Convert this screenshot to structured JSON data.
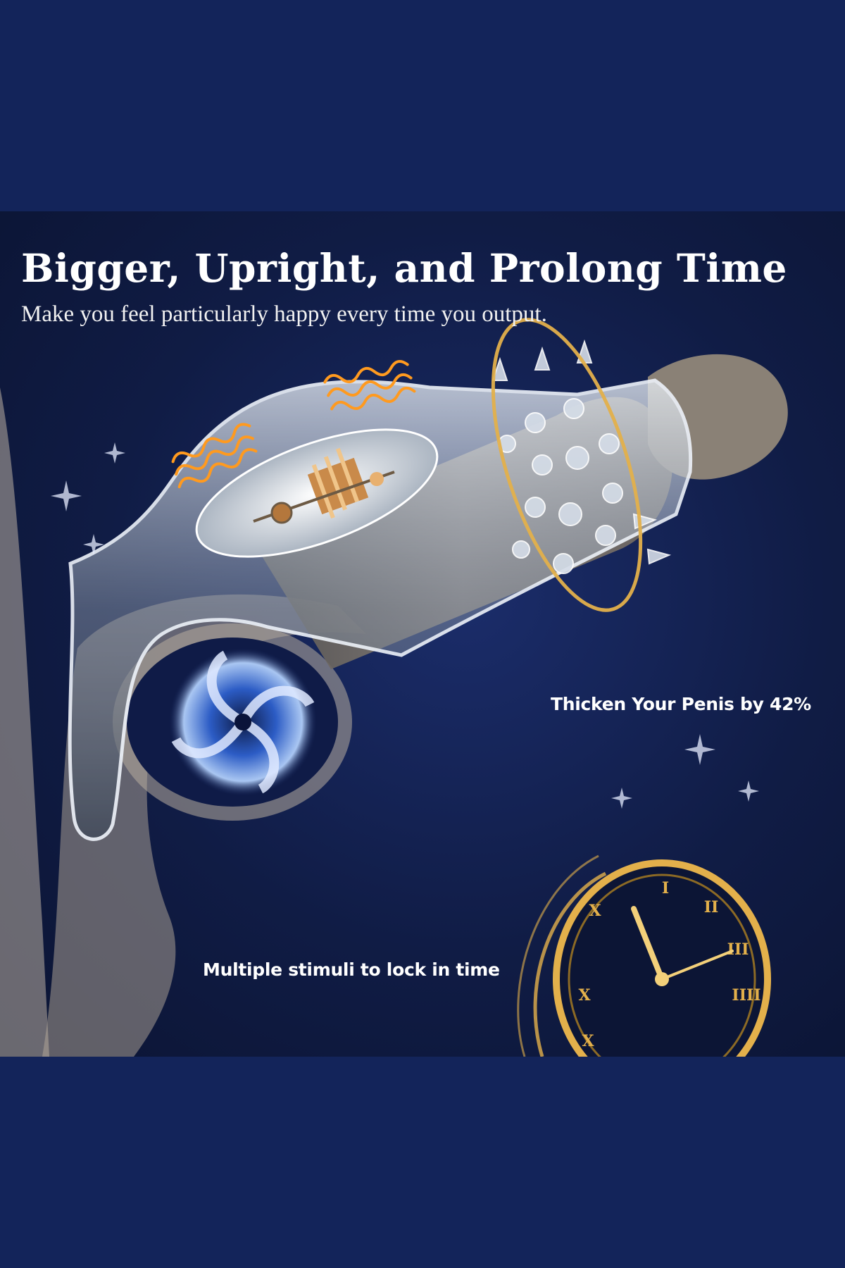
{
  "panel": {
    "title": "Bigger, Upright, and Prolong Time",
    "subtitle": "Make you feel particularly happy every time you output."
  },
  "callouts": {
    "thicken": "Thicken Your Penis by 42%",
    "stimuli": "Multiple stimuli to lock in time"
  },
  "colors": {
    "band": "#13245a",
    "panel_bg": "#101c45",
    "accent_gold": "#e3b04b",
    "accent_orange": "#ff9a1f",
    "vortex_blue": "#2c5cc5"
  },
  "icons": [
    "vibration-waves-icon",
    "motor-icon",
    "vortex-icon",
    "clock-icon",
    "sparkle-icon"
  ]
}
